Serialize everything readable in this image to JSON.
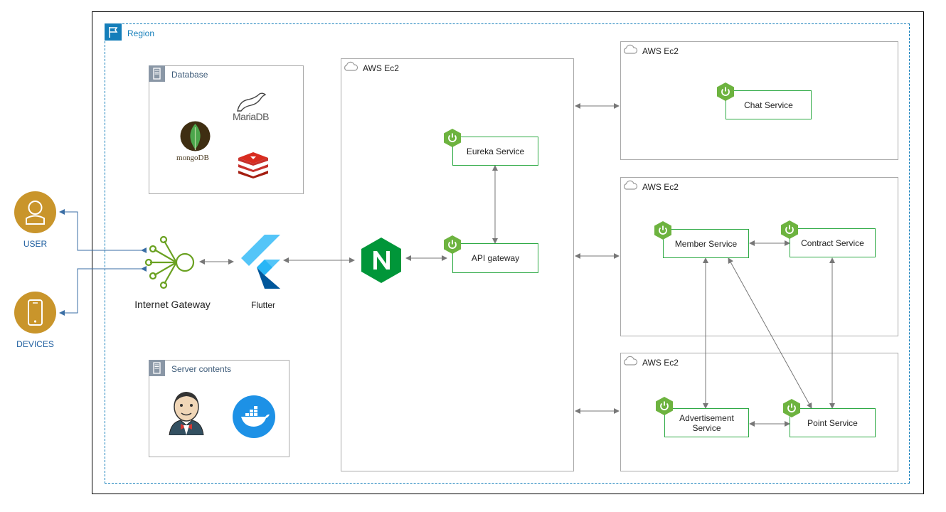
{
  "region": {
    "label": "Region"
  },
  "actors": {
    "user": "USER",
    "devices": "DEVICES"
  },
  "gateway": {
    "label": "Internet Gateway"
  },
  "flutter": {
    "label": "Flutter"
  },
  "database": {
    "label": "Database",
    "mariadb": "MariaDB",
    "mongodb": "mongoDB"
  },
  "server_contents": {
    "label": "Server contents"
  },
  "ec2_main": {
    "label": "AWS Ec2",
    "eureka": "Eureka Service",
    "api_gateway": "API gateway"
  },
  "ec2_chat": {
    "label": "AWS Ec2",
    "chat": "Chat Service"
  },
  "ec2_member": {
    "label": "AWS Ec2",
    "member": "Member Service",
    "contract": "Contract Service"
  },
  "ec2_point": {
    "label": "AWS Ec2",
    "advertisement": "Advertisement Service",
    "point": "Point Service"
  },
  "colors": {
    "region": "#147EBA",
    "service_border": "#2eaa45",
    "actor": "#c9952b",
    "gateway": "#6aa121"
  }
}
